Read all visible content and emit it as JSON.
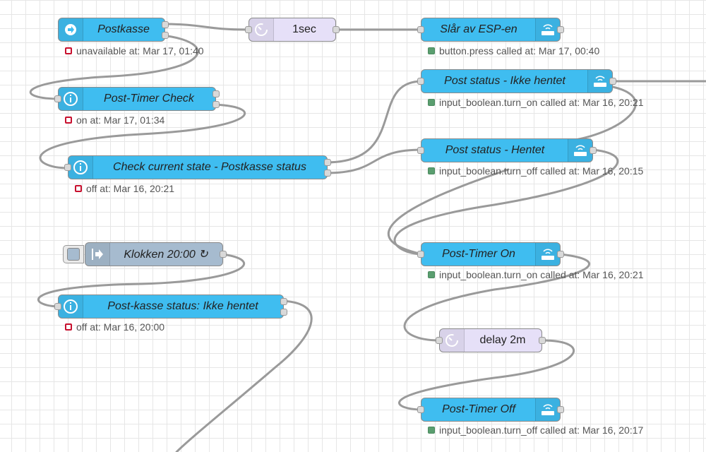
{
  "nodes": {
    "postkasse": {
      "label": "Postkasse",
      "status": "unavailable at: Mar 17, 01:40"
    },
    "delay_1sec": {
      "label": "1sec"
    },
    "slaar_av": {
      "label": "Slår av ESP-en",
      "status": "button.press called at: Mar 17, 00:40"
    },
    "post_timer_check": {
      "label": "Post-Timer Check",
      "status": "on at: Mar 17, 01:34"
    },
    "post_status_ikke": {
      "label": "Post status - Ikke hentet",
      "status": "input_boolean.turn_on called at: Mar 16, 20:21"
    },
    "check_current": {
      "label": "Check current state - Postkasse status",
      "status": "off at: Mar 16, 20:21"
    },
    "post_status_hentet": {
      "label": "Post status - Hentet",
      "status": "input_boolean.turn_off called at: Mar 16, 20:15"
    },
    "klokken": {
      "label": "Klokken 20:00 ↻"
    },
    "post_timer_on": {
      "label": "Post-Timer On",
      "status": "input_boolean.turn_on called at: Mar 16, 20:21"
    },
    "post_kasse_status": {
      "label": "Post-kasse status: Ikke hentet",
      "status": "off at: Mar 16, 20:00"
    },
    "delay_2m": {
      "label": "delay 2m"
    },
    "post_timer_off": {
      "label": "Post-Timer Off",
      "status": "input_boolean.turn_off called at: Mar 16, 20:17"
    }
  },
  "colors": {
    "ha_node": "#3fbdf0",
    "inject_node": "#a6bbcf",
    "delay_node": "#e6e0f8",
    "wire": "#999999",
    "status_error": "#c8102e",
    "status_ok": "#5a9e6f"
  },
  "icons": {
    "trigger": "arrow-in-circle-icon",
    "current_state": "info-circle-icon",
    "call_service": "router-wifi-icon",
    "inject": "arrow-right-icon",
    "delay": "timer-icon"
  }
}
